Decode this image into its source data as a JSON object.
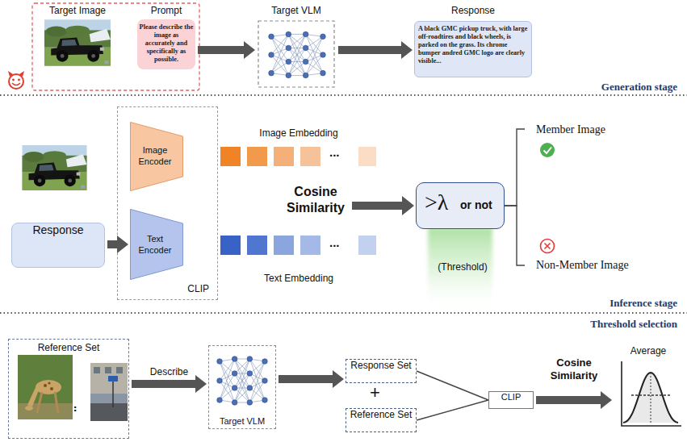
{
  "diagram": {
    "nodes": [
      {
        "text": [
          "Target Image"
        ]
      },
      {
        "text": [
          "Prompt",
          "Please describe the image as accurately and specifically as possible."
        ]
      },
      {
        "text": [
          "Target VLM"
        ]
      },
      {
        "text": [
          "Response",
          "A black GMC pickup truck, with large off-roadtires and black wheels, is parked on the grass. Its chrome bumper andred GMC logo are clearly visible..."
        ]
      },
      {
        "text": [
          "CLIP"
        ]
      },
      {
        "text": [
          "Image Encoder"
        ],
        "in": 4
      },
      {
        "text": [
          "Text Encoder"
        ],
        "in": 4
      },
      {
        "text": [
          "Image Embedding",
          "..."
        ]
      },
      {
        "text": [
          "Text Embedding",
          "..."
        ]
      },
      {
        "text": [
          ">λ",
          "or not"
        ]
      },
      {
        "text": [
          "Member Image"
        ]
      },
      {
        "text": [
          "Non-Member Image"
        ]
      },
      {
        "text": [
          "Response"
        ]
      },
      {
        "text": [
          "Reference Set",
          ".."
        ]
      },
      {
        "text": [
          "Target VLM"
        ]
      },
      {
        "text": [
          "Response Set"
        ]
      },
      {
        "text": [
          "Reference Set"
        ]
      },
      {
        "text": [
          "CLIP"
        ]
      },
      {
        "text": [
          "Average"
        ]
      }
    ],
    "edges": [
      {
        "from": 1,
        "to": 2,
        "arrow": "to"
      },
      {
        "from": 2,
        "to": 3,
        "arrow": "to"
      },
      {
        "from": 12,
        "to": 6,
        "arrow": "to"
      },
      {
        "from": 9,
        "to": 10,
        "arrow": "none"
      },
      {
        "from": 9,
        "to": 11,
        "arrow": "none"
      },
      {
        "from": 13,
        "to": 14,
        "label": "Describe",
        "arrow": "to"
      },
      {
        "from": 14,
        "to": 15,
        "arrow": "to"
      },
      {
        "from": 15,
        "to": 17,
        "arrow": "none"
      },
      {
        "from": 16,
        "to": 17,
        "arrow": "none"
      },
      {
        "from": 17,
        "to": 18,
        "label": "Cosine Similarity",
        "arrow": "to"
      }
    ],
    "labels": [
      "Generation stage",
      "Cosine Similarity",
      "(Threshold)",
      "Inference stage",
      "Threshold selection",
      "+"
    ]
  }
}
